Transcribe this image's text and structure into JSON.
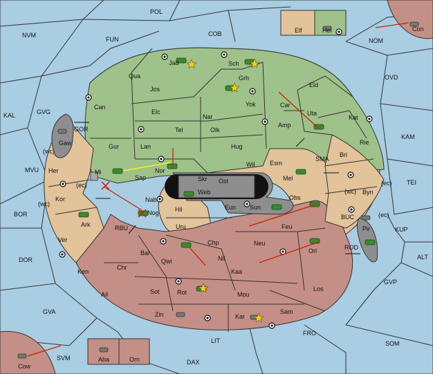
{
  "colors": {
    "sea": "#a9cde2",
    "green_power": "#9fc18a",
    "tan_neutral": "#e2c39a",
    "red_power": "#c48f86",
    "grey_power": "#8e8e8e",
    "order_arrow": "#cc2200",
    "support_line": "#ffff00"
  },
  "sea_labels": [
    "POL",
    "NVM",
    "FUN",
    "COB",
    "NOM",
    "OVD",
    "KAL",
    "GVG",
    "GOR",
    "KAM",
    "MVU",
    "SMA",
    "TEI",
    "BOR",
    "BUC",
    "KUP",
    "RBU",
    "DOR",
    "ROD",
    "ALT",
    "GVP",
    "GVA",
    "FRO",
    "SOM",
    "SVM",
    "LIT",
    "DAX"
  ],
  "provinces": {
    "green": [
      "Jad",
      "Sch",
      "Qua",
      "Grh",
      "Jos",
      "Eld",
      "Can",
      "Car",
      "Yok",
      "Uta",
      "Elc",
      "Nar",
      "Amp",
      "Kat",
      "Tel",
      "Olk",
      "Gur",
      "Lan",
      "Hug",
      "Rie",
      "Wil",
      "Esm",
      "Nor",
      "Sap",
      "Mel"
    ],
    "tan": [
      "Elf",
      "Her",
      "Kor",
      "Ver",
      "Bri",
      "Byn",
      "Nab",
      "Hil",
      "Uru",
      "Eun"
    ],
    "red": [
      "Ark",
      "Obs",
      "Feu",
      "Chp",
      "Neu",
      "Bar",
      "Qwi",
      "Nil",
      "Orl",
      "Ken",
      "Chr",
      "Kaa",
      "Ail",
      "Sot",
      "Rot",
      "Mou",
      "Los",
      "Zin",
      "Kar",
      "Sam"
    ],
    "grey": [
      "Gaw",
      "Skr",
      "Ost",
      "Web",
      "Sun",
      "Pir",
      "Con",
      "Cow",
      "Hel",
      "Aba",
      "Orn"
    ]
  },
  "coast_tags": [
    "(wc)",
    "(ec)",
    "(wc)",
    "(wc)",
    "(ec)",
    "(ec)"
  ],
  "special": {
    "mi_label": "Mi",
    "nog_label": "Nog"
  }
}
